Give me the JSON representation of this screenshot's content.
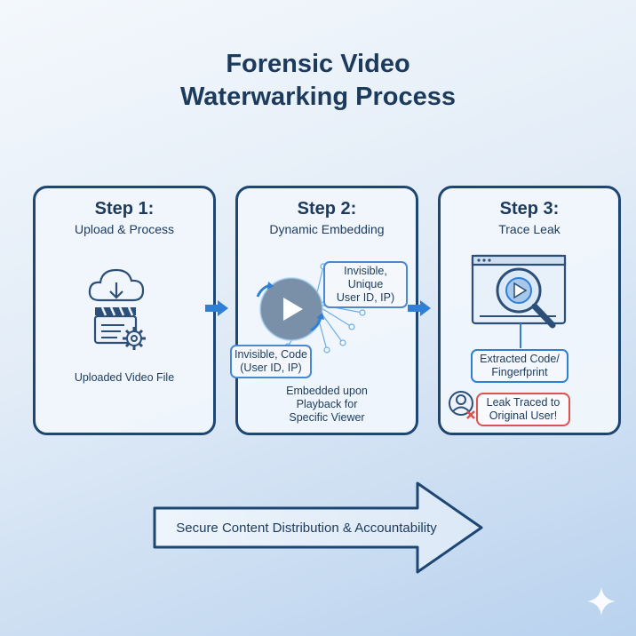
{
  "title": {
    "line1": "Forensic Video",
    "line2": "Waterwarking Process"
  },
  "steps": [
    {
      "heading": "Step 1:",
      "subtitle": "Upload & Process",
      "note": "Uploaded Video File"
    },
    {
      "heading": "Step 2:",
      "subtitle": "Dynamic Embedding",
      "label_top_line1": "Invisible, Unique",
      "label_top_line2": "User ID, IP)",
      "label_left_line1": "Invisible, Code",
      "label_left_line2": "(User ID, IP)",
      "note_line1": "Embedded upon",
      "note_line2": "Playback for",
      "note_line3": "Specific Viewer"
    },
    {
      "heading": "Step 3:",
      "subtitle": "Trace Leak",
      "extracted_line1": "Extracted Code/",
      "extracted_line2": "Fingerfprint",
      "leak_line1": "Leak Traced to",
      "leak_line2": "Original User!"
    }
  ],
  "banner": "Secure Content Distribution & Accountability",
  "colors": {
    "navy": "#1d4673",
    "accent_blue": "#2f7fd6",
    "alert_red": "#d9534f"
  },
  "icons": [
    "cloud-upload-icon",
    "clapperboard-icon",
    "gear-icon",
    "play-icon",
    "refresh-arrows-icon",
    "browser-window-icon",
    "magnifier-icon",
    "user-icon",
    "x-mark-icon",
    "arrow-right-icon",
    "sparkle-icon"
  ]
}
